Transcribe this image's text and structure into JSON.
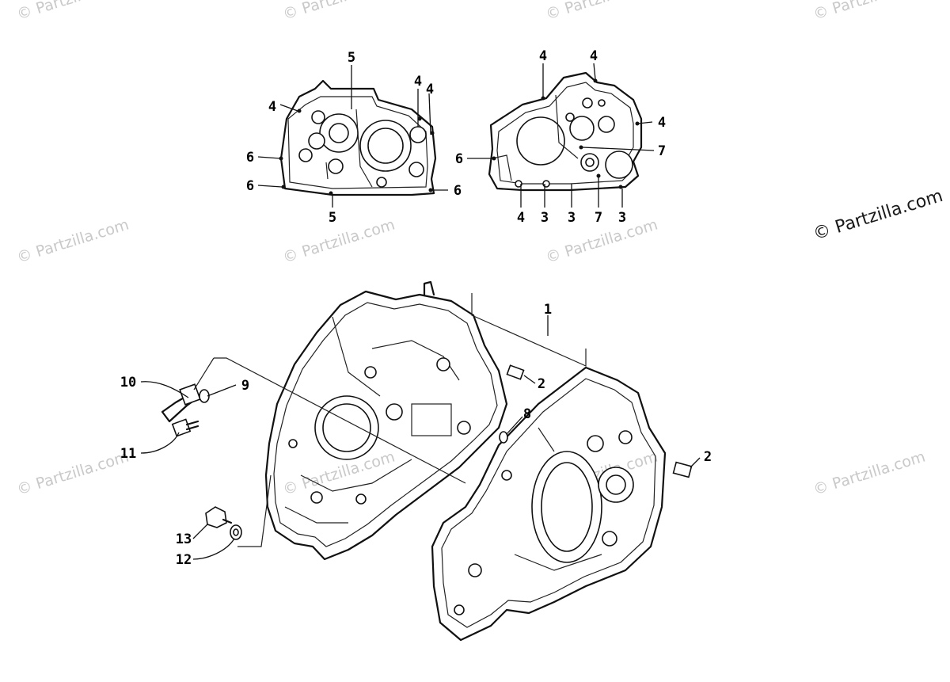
{
  "watermark": {
    "text": "© Partzilla.com",
    "main_text": "© Partzilla.com"
  },
  "callouts": [
    "1",
    "2",
    "2",
    "3",
    "3",
    "3",
    "4",
    "4",
    "4",
    "4",
    "4",
    "4",
    "4",
    "5",
    "5",
    "6",
    "6",
    "6",
    "6",
    "7",
    "7",
    "8",
    "9",
    "10",
    "11",
    "12",
    "13"
  ]
}
